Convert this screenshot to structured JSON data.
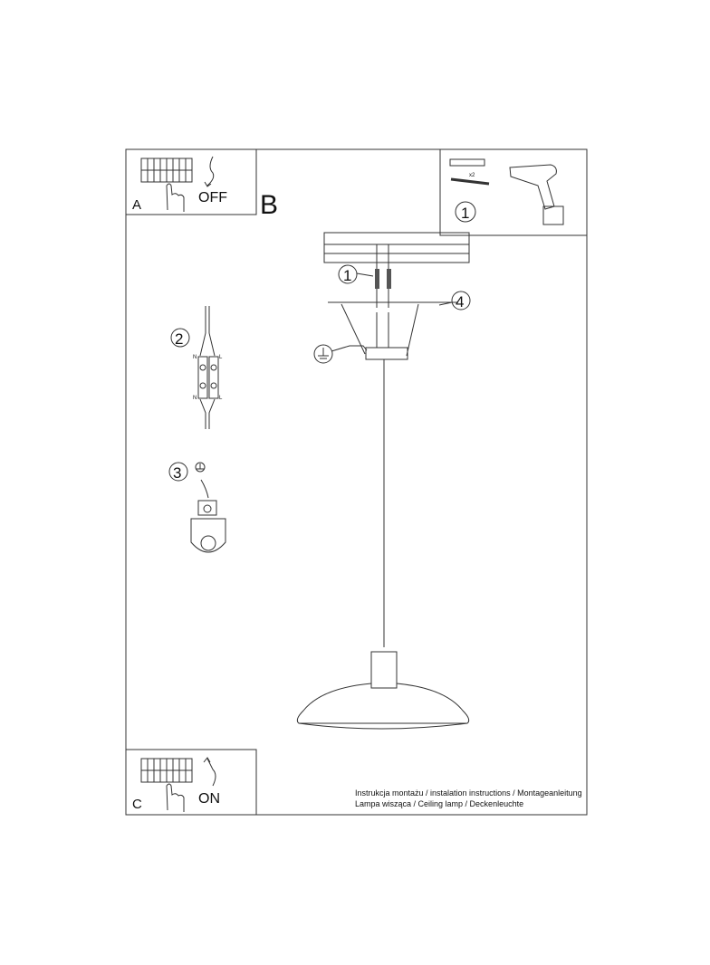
{
  "step_a": {
    "letter": "A",
    "action": "OFF"
  },
  "step_b": {
    "letter": "B"
  },
  "step_c": {
    "letter": "C",
    "action": "ON"
  },
  "tools": {
    "quantity": "x2",
    "step_number": "1"
  },
  "callouts": {
    "anchors": "1",
    "wiring": "2",
    "ground": "3",
    "screws": "4"
  },
  "terminal_labels": {
    "neutral": "N",
    "live": "L"
  },
  "footer": {
    "line1": "Instrukcja montażu / instalation instructions / Montageanleitung",
    "line2": "Lampa wisząca / Ceiling lamp / Deckenleuchte"
  }
}
